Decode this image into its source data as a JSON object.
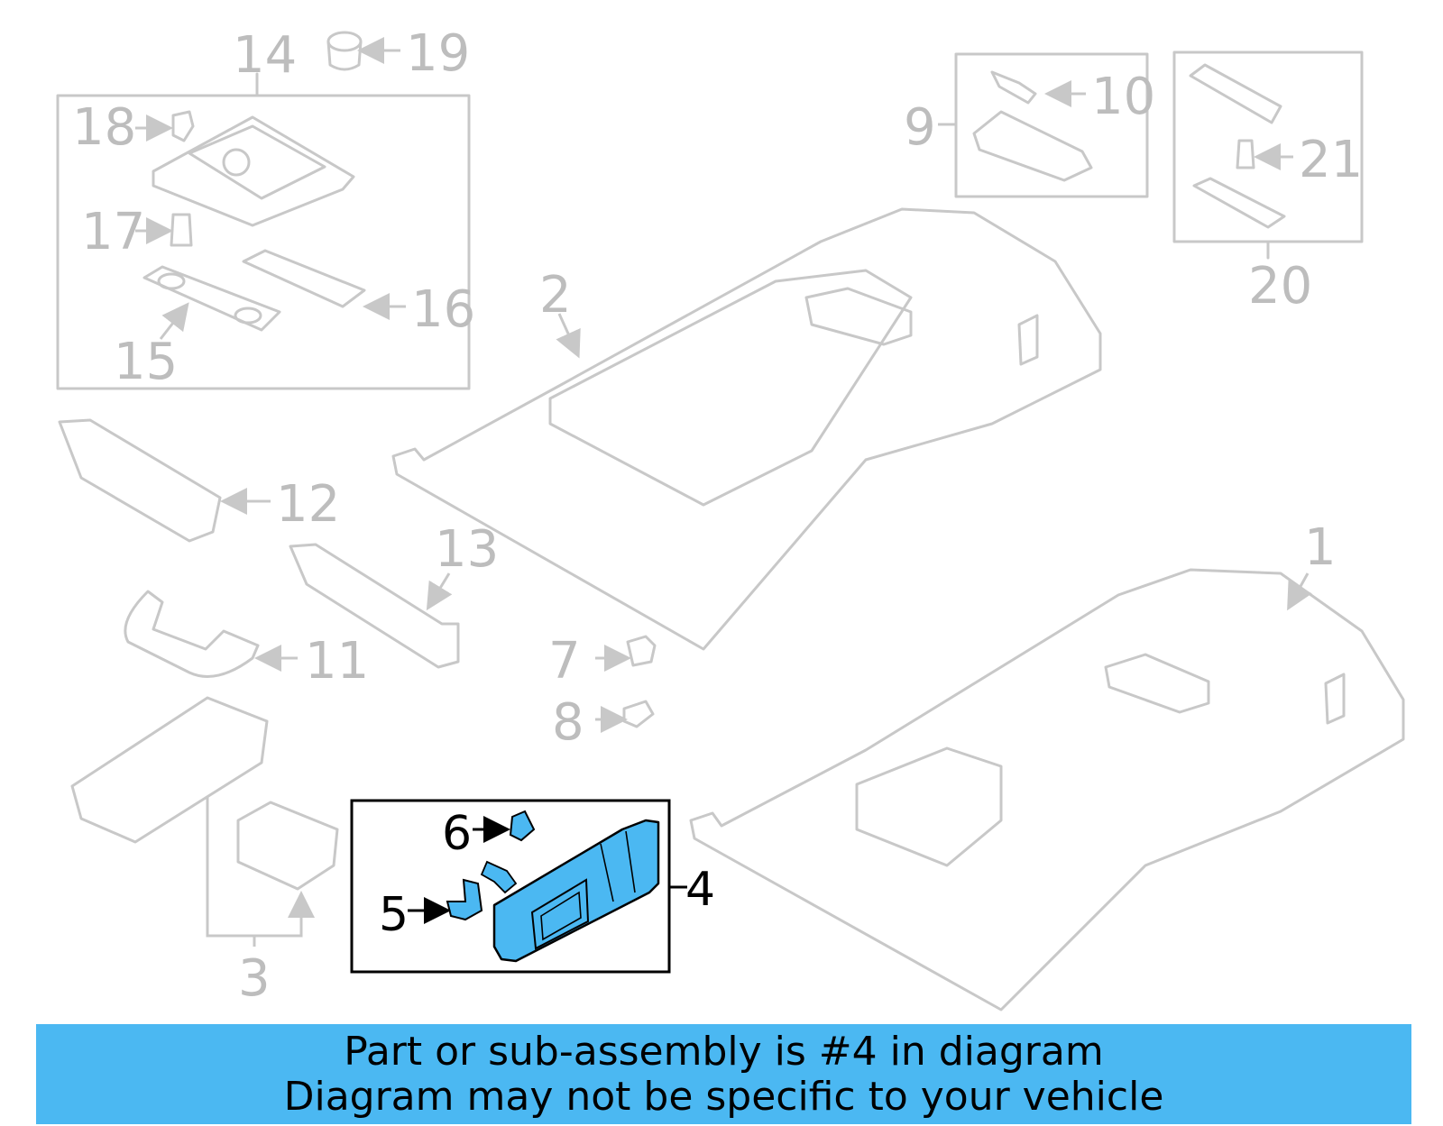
{
  "labels": {
    "c1": "1",
    "c2": "2",
    "c3": "3",
    "c4": "4",
    "c5": "5",
    "c6": "6",
    "c7": "7",
    "c8": "8",
    "c9": "9",
    "c10": "10",
    "c11": "11",
    "c12": "12",
    "c13": "13",
    "c14": "14",
    "c15": "15",
    "c16": "16",
    "c17": "17",
    "c18": "18",
    "c19": "19",
    "c20": "20",
    "c21": "21"
  },
  "highlighted_part": "4",
  "colors": {
    "highlight": "#4bb8f2",
    "linework": "#c8c8c8",
    "banner": "#4bb8f2"
  },
  "banner": {
    "line1": "Part or sub-assembly is #4 in diagram",
    "line2": "Diagram may not be specific to your vehicle"
  }
}
